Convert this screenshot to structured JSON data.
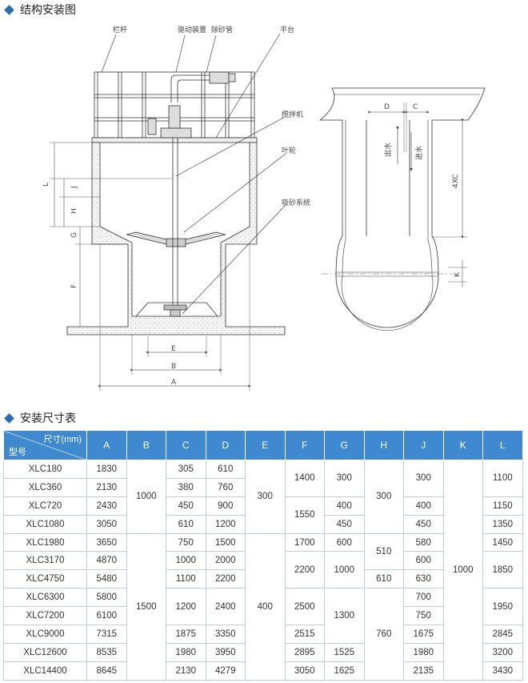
{
  "section1": {
    "title": "结构安装图"
  },
  "section2": {
    "title": "安装尺寸表"
  },
  "drawing": {
    "labels": {
      "railing": "栏杆",
      "drive": "驱动装置",
      "sand_pipe": "除砂管",
      "platform": "平台",
      "mixer": "搅拌机",
      "impeller": "叶轮",
      "sand_system": "吸砂系统"
    },
    "dims": {
      "L": "L",
      "J": "J",
      "H": "H",
      "G": "G",
      "F": "F",
      "E": "E",
      "B": "B",
      "A": "A",
      "D": "D",
      "C": "C",
      "XC": "4XC",
      "K": "K"
    },
    "flow": {
      "out": "出水",
      "in": "进水"
    }
  },
  "table": {
    "corner_top": "尺寸(mm)",
    "corner_bottom": "型号",
    "headers": [
      "A",
      "B",
      "C",
      "D",
      "E",
      "F",
      "G",
      "H",
      "J",
      "K",
      "L"
    ],
    "models": [
      "XLC180",
      "XLC360",
      "XLC720",
      "XLC1080",
      "XLC1980",
      "XLC3170",
      "XLC4750",
      "XLC6300",
      "XLC7200",
      "XLC9000",
      "XLC12600",
      "XLC14400"
    ],
    "A": [
      "1830",
      "2130",
      "2430",
      "3050",
      "3650",
      "4870",
      "5480",
      "5800",
      "6100",
      "7315",
      "8535",
      "8645"
    ],
    "B": [
      "1000",
      "1500"
    ],
    "C": [
      "305",
      "380",
      "450",
      "610",
      "750",
      "1000",
      "1100",
      "1200",
      "1875",
      "1980",
      "2130"
    ],
    "D": [
      "610",
      "760",
      "900",
      "1200",
      "1500",
      "2000",
      "2200",
      "2400",
      "3350",
      "3950",
      "4279"
    ],
    "E": [
      "300",
      "400"
    ],
    "F": [
      "1400",
      "1550",
      "1700",
      "2200",
      "2500",
      "2515",
      "2895",
      "3050"
    ],
    "G": [
      "300",
      "400",
      "450",
      "600",
      "1000",
      "1300",
      "1525",
      "1625"
    ],
    "H": [
      "300",
      "510",
      "610",
      "760"
    ],
    "J": [
      "300",
      "400",
      "450",
      "580",
      "600",
      "630",
      "700",
      "750",
      "1675",
      "1980",
      "2135"
    ],
    "K": [
      "1000"
    ],
    "L": [
      "1100",
      "1150",
      "1350",
      "1450",
      "1850",
      "1950",
      "2845",
      "3200",
      "3430"
    ]
  }
}
